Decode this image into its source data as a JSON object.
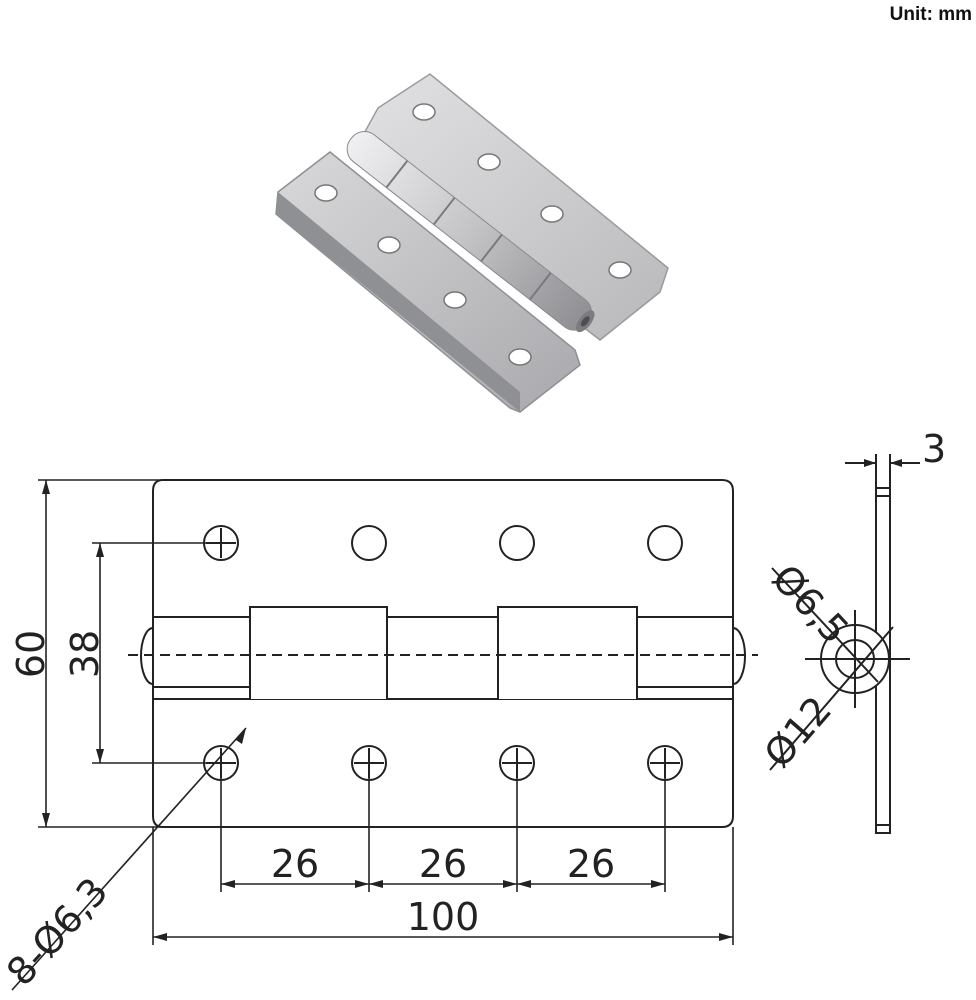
{
  "unit_label": "Unit: mm",
  "dimensions": {
    "height": "60",
    "pin_spacing": "38",
    "hole_pitch_1": "26",
    "hole_pitch_2": "26",
    "hole_pitch_3": "26",
    "length": "100",
    "holes": "8-Ø6,3",
    "knuckle_bore": "Ø6,5",
    "knuckle_diameter": "Ø12",
    "thickness": "3"
  },
  "colors": {
    "line": "#222222",
    "steel_light": "#d6d6d8",
    "steel_mid": "#bdbdc0",
    "steel_dark": "#8f9094"
  }
}
